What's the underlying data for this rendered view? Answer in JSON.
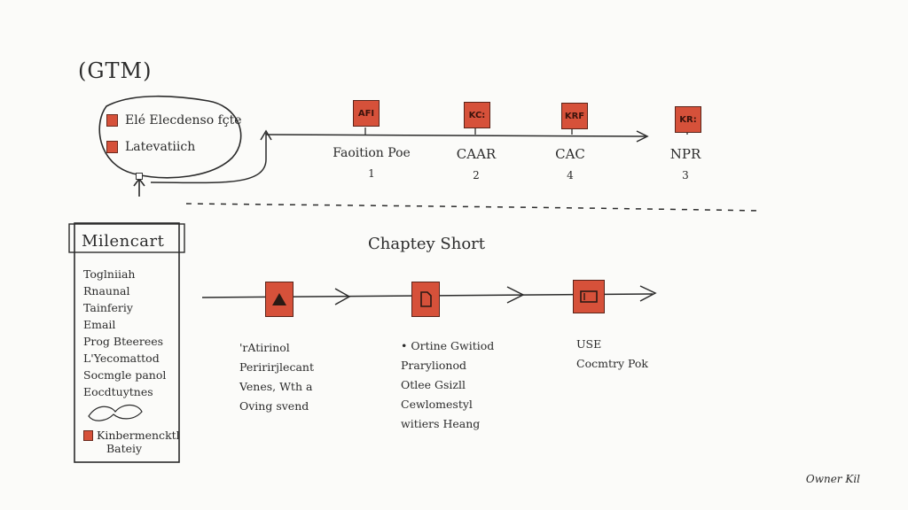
{
  "gtm_title": "(GTM)",
  "cloud_items": [
    "Elé Elecdenso fçte",
    "Latevatiich"
  ],
  "metrics": [
    {
      "icon": "AFI",
      "label": "Faoition Poe",
      "number": "1"
    },
    {
      "icon": "KC:",
      "label": "CAAR",
      "number": "2"
    },
    {
      "icon": "KRF",
      "label": "CAC",
      "number": "4"
    },
    {
      "icon": "KR:",
      "label": "NPR",
      "number": "3"
    }
  ],
  "panel": {
    "title": "Milencart",
    "items": [
      "Toglniiah",
      "Rnaunal",
      "Tainferiy",
      "Email",
      "Prog Bteerees",
      "L'Yecomattod",
      "Socmgle panol",
      "Eocdtuytnes"
    ],
    "bottom_lines": [
      "Kinbermencktl",
      "Bateiy"
    ]
  },
  "chart_title": "Chaptey Short",
  "stages": [
    {
      "icon": "triangle-icon",
      "lines": [
        "'rAtirinol",
        "Peririrjlecant",
        "Venes, Wth a",
        "Oving svend"
      ]
    },
    {
      "icon": "document-icon",
      "lines": [
        "• Ortine Gwitiod",
        "Prarylionod",
        "Otlee Gsizll",
        "Cewlomestyl",
        "witiers Heang"
      ]
    },
    {
      "icon": "card-icon",
      "lines": [
        "USE",
        "Cocmtry Pok"
      ]
    }
  ],
  "owner": "Owner Kil",
  "colors": {
    "accent": "#d6513a",
    "ink": "#2b2b2b",
    "background": "#fbfbf9"
  }
}
